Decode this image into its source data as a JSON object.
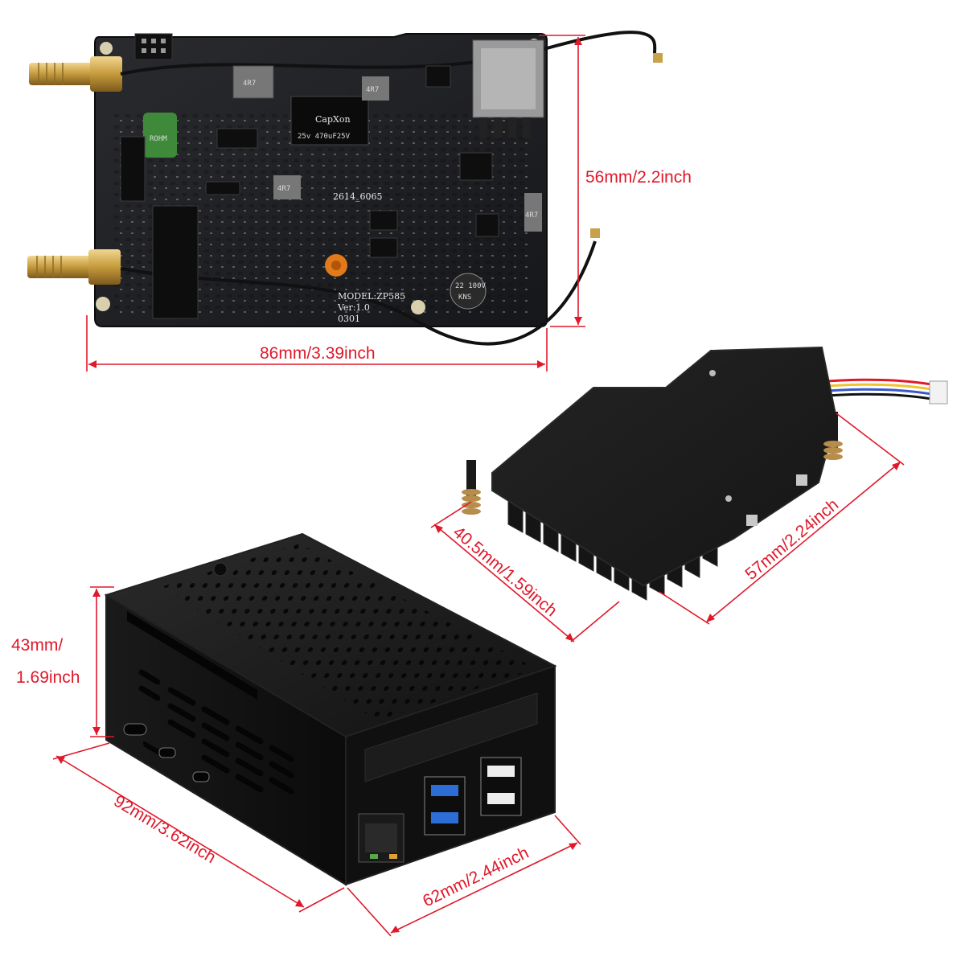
{
  "board": {
    "model_text": "MODEL:ZP585",
    "ver_text": "Ver:1.0",
    "date_text": "0301",
    "part_no_text": "2614_6065",
    "inductor_1_text": "4R7",
    "inductor_2_text": "4R7",
    "inductor_3_text": "4R7",
    "inductor_4_text": "4R7",
    "cap_brand_text": "CapXon",
    "cap_spec_text": "25v 470uF25V",
    "cap_small_brand": "KNS",
    "cap_small_spec": "22 100V",
    "cap_green_text": "ROHM"
  },
  "dimensions": {
    "board_width": "86mm/3.39inch",
    "board_height": "56mm/2.2inch",
    "heatsink_depth": "40.5mm/1.59inch",
    "heatsink_width": "57mm/2.24inch",
    "case_height_line1": "43mm/",
    "case_height_line2": "1.69inch",
    "case_length": "92mm/3.62inch",
    "case_width": "62mm/2.44inch"
  },
  "colors": {
    "dimension": "#e0182a",
    "pcb": "#1c1d20",
    "metal_black": "#141414",
    "gold": "#c9a14a"
  }
}
